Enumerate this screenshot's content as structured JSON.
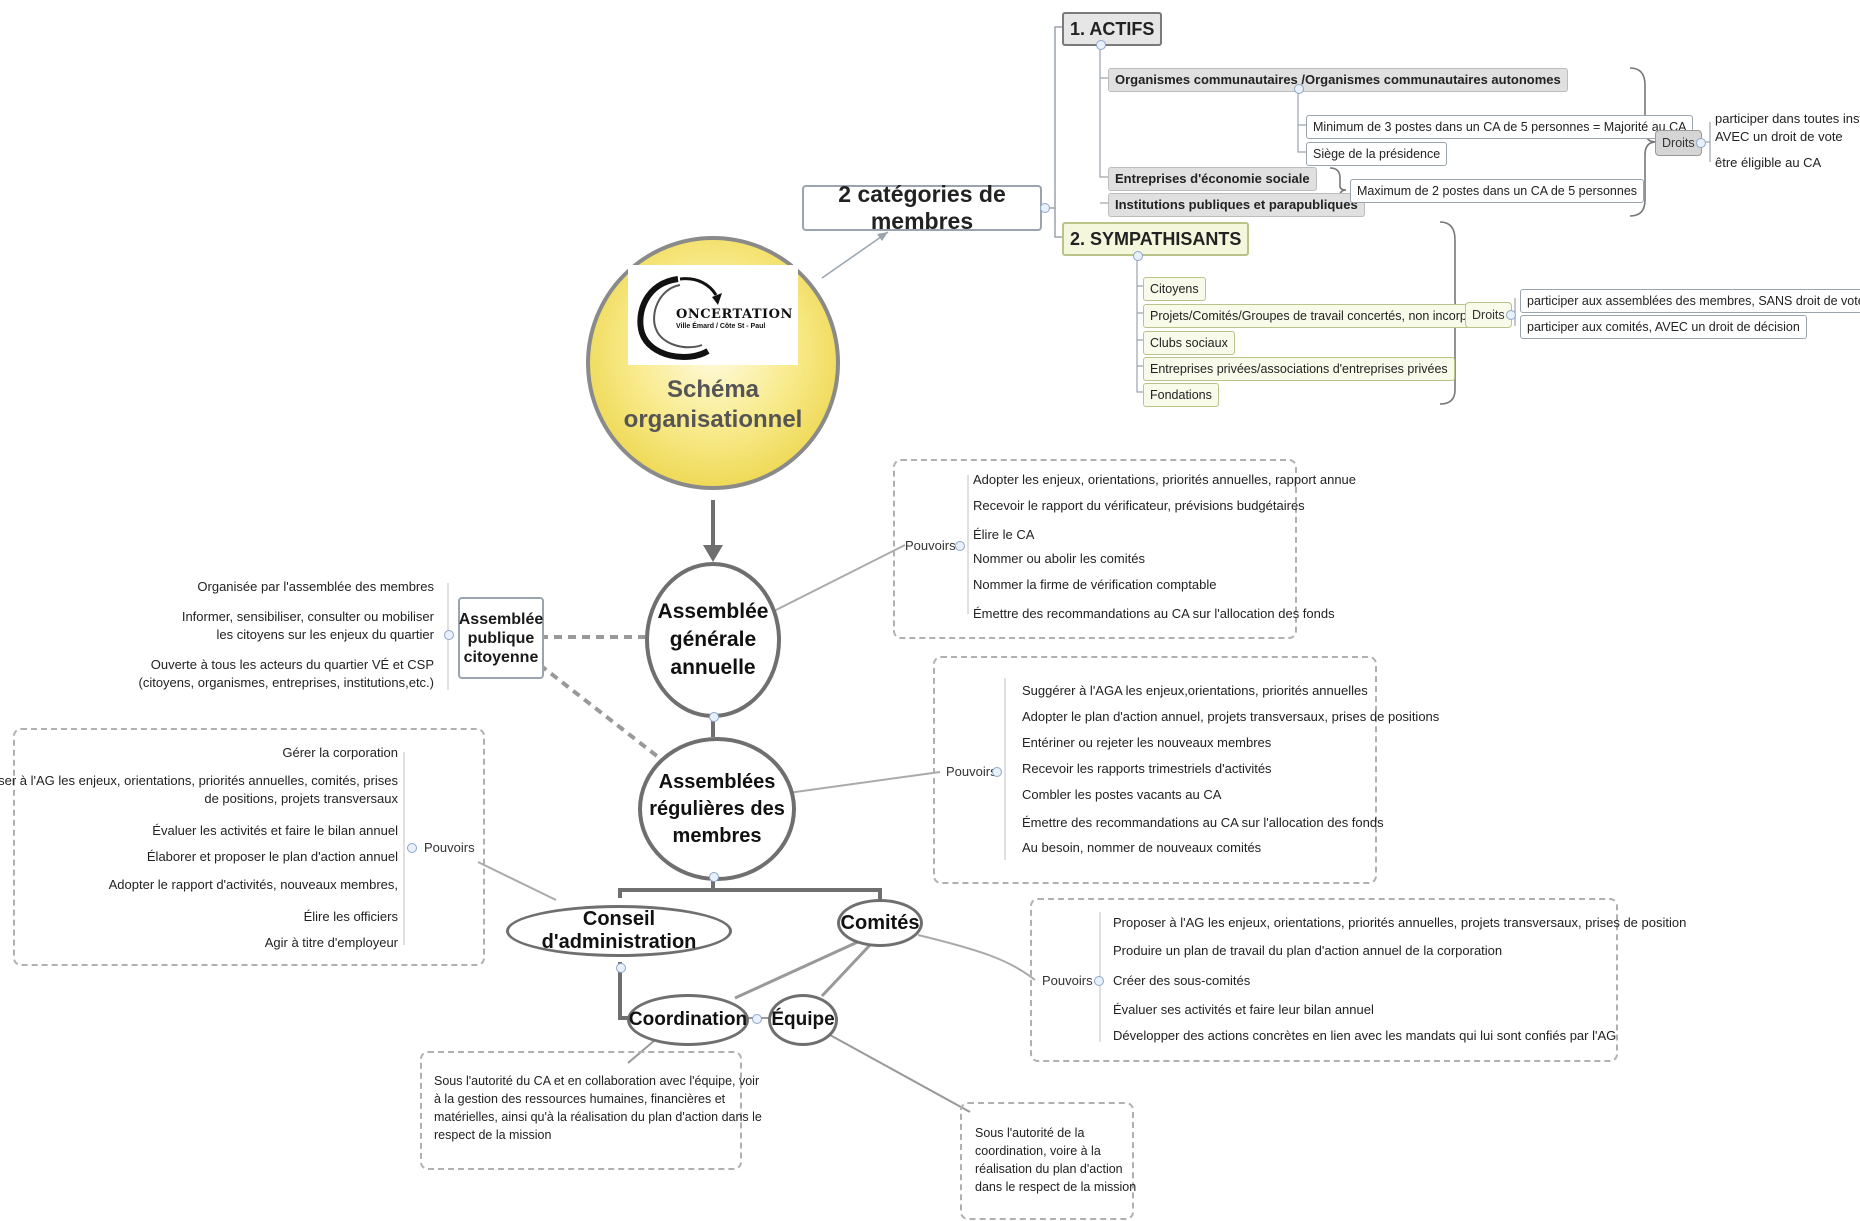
{
  "central": {
    "logo_text": "ONCERTATION",
    "logo_sub": "Ville Émard / Côte St - Paul",
    "title_line1": "Schéma",
    "title_line2": "organisationnel"
  },
  "members": {
    "label": "2 catégories de membres",
    "actifs": {
      "title": "1. ACTIFS",
      "items": [
        "Organismes communautaires /Organismes communautaires autonomes",
        "Entreprises d'économie sociale",
        "Institutions publiques et parapubliques"
      ],
      "org_details": [
        "Minimum de 3 postes dans un CA de 5 personnes = Majorité au CA",
        "Siège de la présidence"
      ],
      "ent_detail": "Maximum de 2 postes dans un CA de 5 personnes",
      "droits_label": "Droits",
      "droits": [
        "participer dans toutes instances,",
        "AVEC un droit de vote",
        "être éligible au CA"
      ]
    },
    "sympathisants": {
      "title": "2. SYMPATHISANTS",
      "items": [
        "Citoyens",
        "Projets/Comités/Groupes de travail concertés, non incorporés",
        "Clubs sociaux",
        "Entreprises privées/associations d'entreprises privées",
        "Fondations"
      ],
      "droits_label": "Droits",
      "droits": [
        "participer aux assemblées des membres, SANS droit de vote",
        "participer aux comités, AVEC un droit de décision"
      ]
    }
  },
  "aga": {
    "line1": "Assemblée",
    "line2": "générale",
    "line3": "annuelle",
    "pouvoirs_label": "Pouvoirs",
    "pouvoirs": [
      "Adopter les enjeux, orientations, priorités annuelles, rapport annue",
      "Recevoir le rapport du vérificateur, prévisions budgétaires",
      "Élire le CA",
      "Nommer ou abolir les comités",
      "Nommer la firme de vérification comptable",
      "Émettre des recommandations au CA sur l'allocation des fonds"
    ]
  },
  "apc": {
    "line1": "Assemblée",
    "line2": "publique",
    "line3": "citoyenne",
    "notes": [
      "Organisée par l'assemblée des membres",
      "Informer, sensibiliser, consulter ou mobiliser",
      "les citoyens sur les enjeux du quartier",
      "Ouverte à tous les acteurs du quartier VÉ et CSP",
      "(citoyens, organismes, entreprises, institutions,etc.)"
    ]
  },
  "arm": {
    "line1": "Assemblées",
    "line2": "régulières des",
    "line3": "membres",
    "pouvoirs_label": "Pouvoirs",
    "pouvoirs": [
      "Suggérer à l'AGA les enjeux,orientations, priorités annuelles",
      "Adopter le plan d'action annuel, projets transversaux, prises de positions",
      "Entériner ou rejeter les nouveaux membres",
      "Recevoir les rapports trimestriels d'activités",
      "Combler les postes vacants au CA",
      "Émettre des recommandations au CA sur l'allocation des fonds",
      "Au besoin, nommer de nouveaux comités"
    ]
  },
  "ca": {
    "label": "Conseil d'administration",
    "pouvoirs_label": "Pouvoirs",
    "pouvoirs": [
      "Gérer la corporation",
      "Proposer à l'AG les enjeux, orientations, priorités annuelles, comités, prises",
      "de positions, projets transversaux",
      "Évaluer les activités et faire le bilan annuel",
      "Élaborer et proposer le plan d'action annuel",
      "Adopter le rapport d'activités, nouveaux membres,",
      "Élire les officiers",
      "Agir à titre d'employeur"
    ]
  },
  "comites": {
    "label": "Comités",
    "pouvoirs_label": "Pouvoirs",
    "pouvoirs": [
      "Proposer à l'AG les enjeux, orientations, priorités annuelles, projets transversaux, prises de position",
      "Produire un plan de travail du plan d'action annuel de la corporation",
      "Créer des sous-comités",
      "Évaluer ses activités et faire leur bilan annuel",
      "Développer des actions concrètes en lien avec les mandats qui lui sont confiés par l'AG"
    ]
  },
  "coordination": {
    "label": "Coordination",
    "note": [
      "Sous l'autorité du CA et en collaboration avec l'équipe, voir",
      "à la gestion des ressources humaines, financières et",
      "matérielles, ainsi qu'à la réalisation du plan d'action dans le",
      "respect de la mission"
    ]
  },
  "equipe": {
    "label": "Équipe",
    "note": [
      "Sous l'autorité de la",
      "coordination, voire à la",
      "réalisation du plan d'action",
      "dans le respect de la mission"
    ]
  }
}
